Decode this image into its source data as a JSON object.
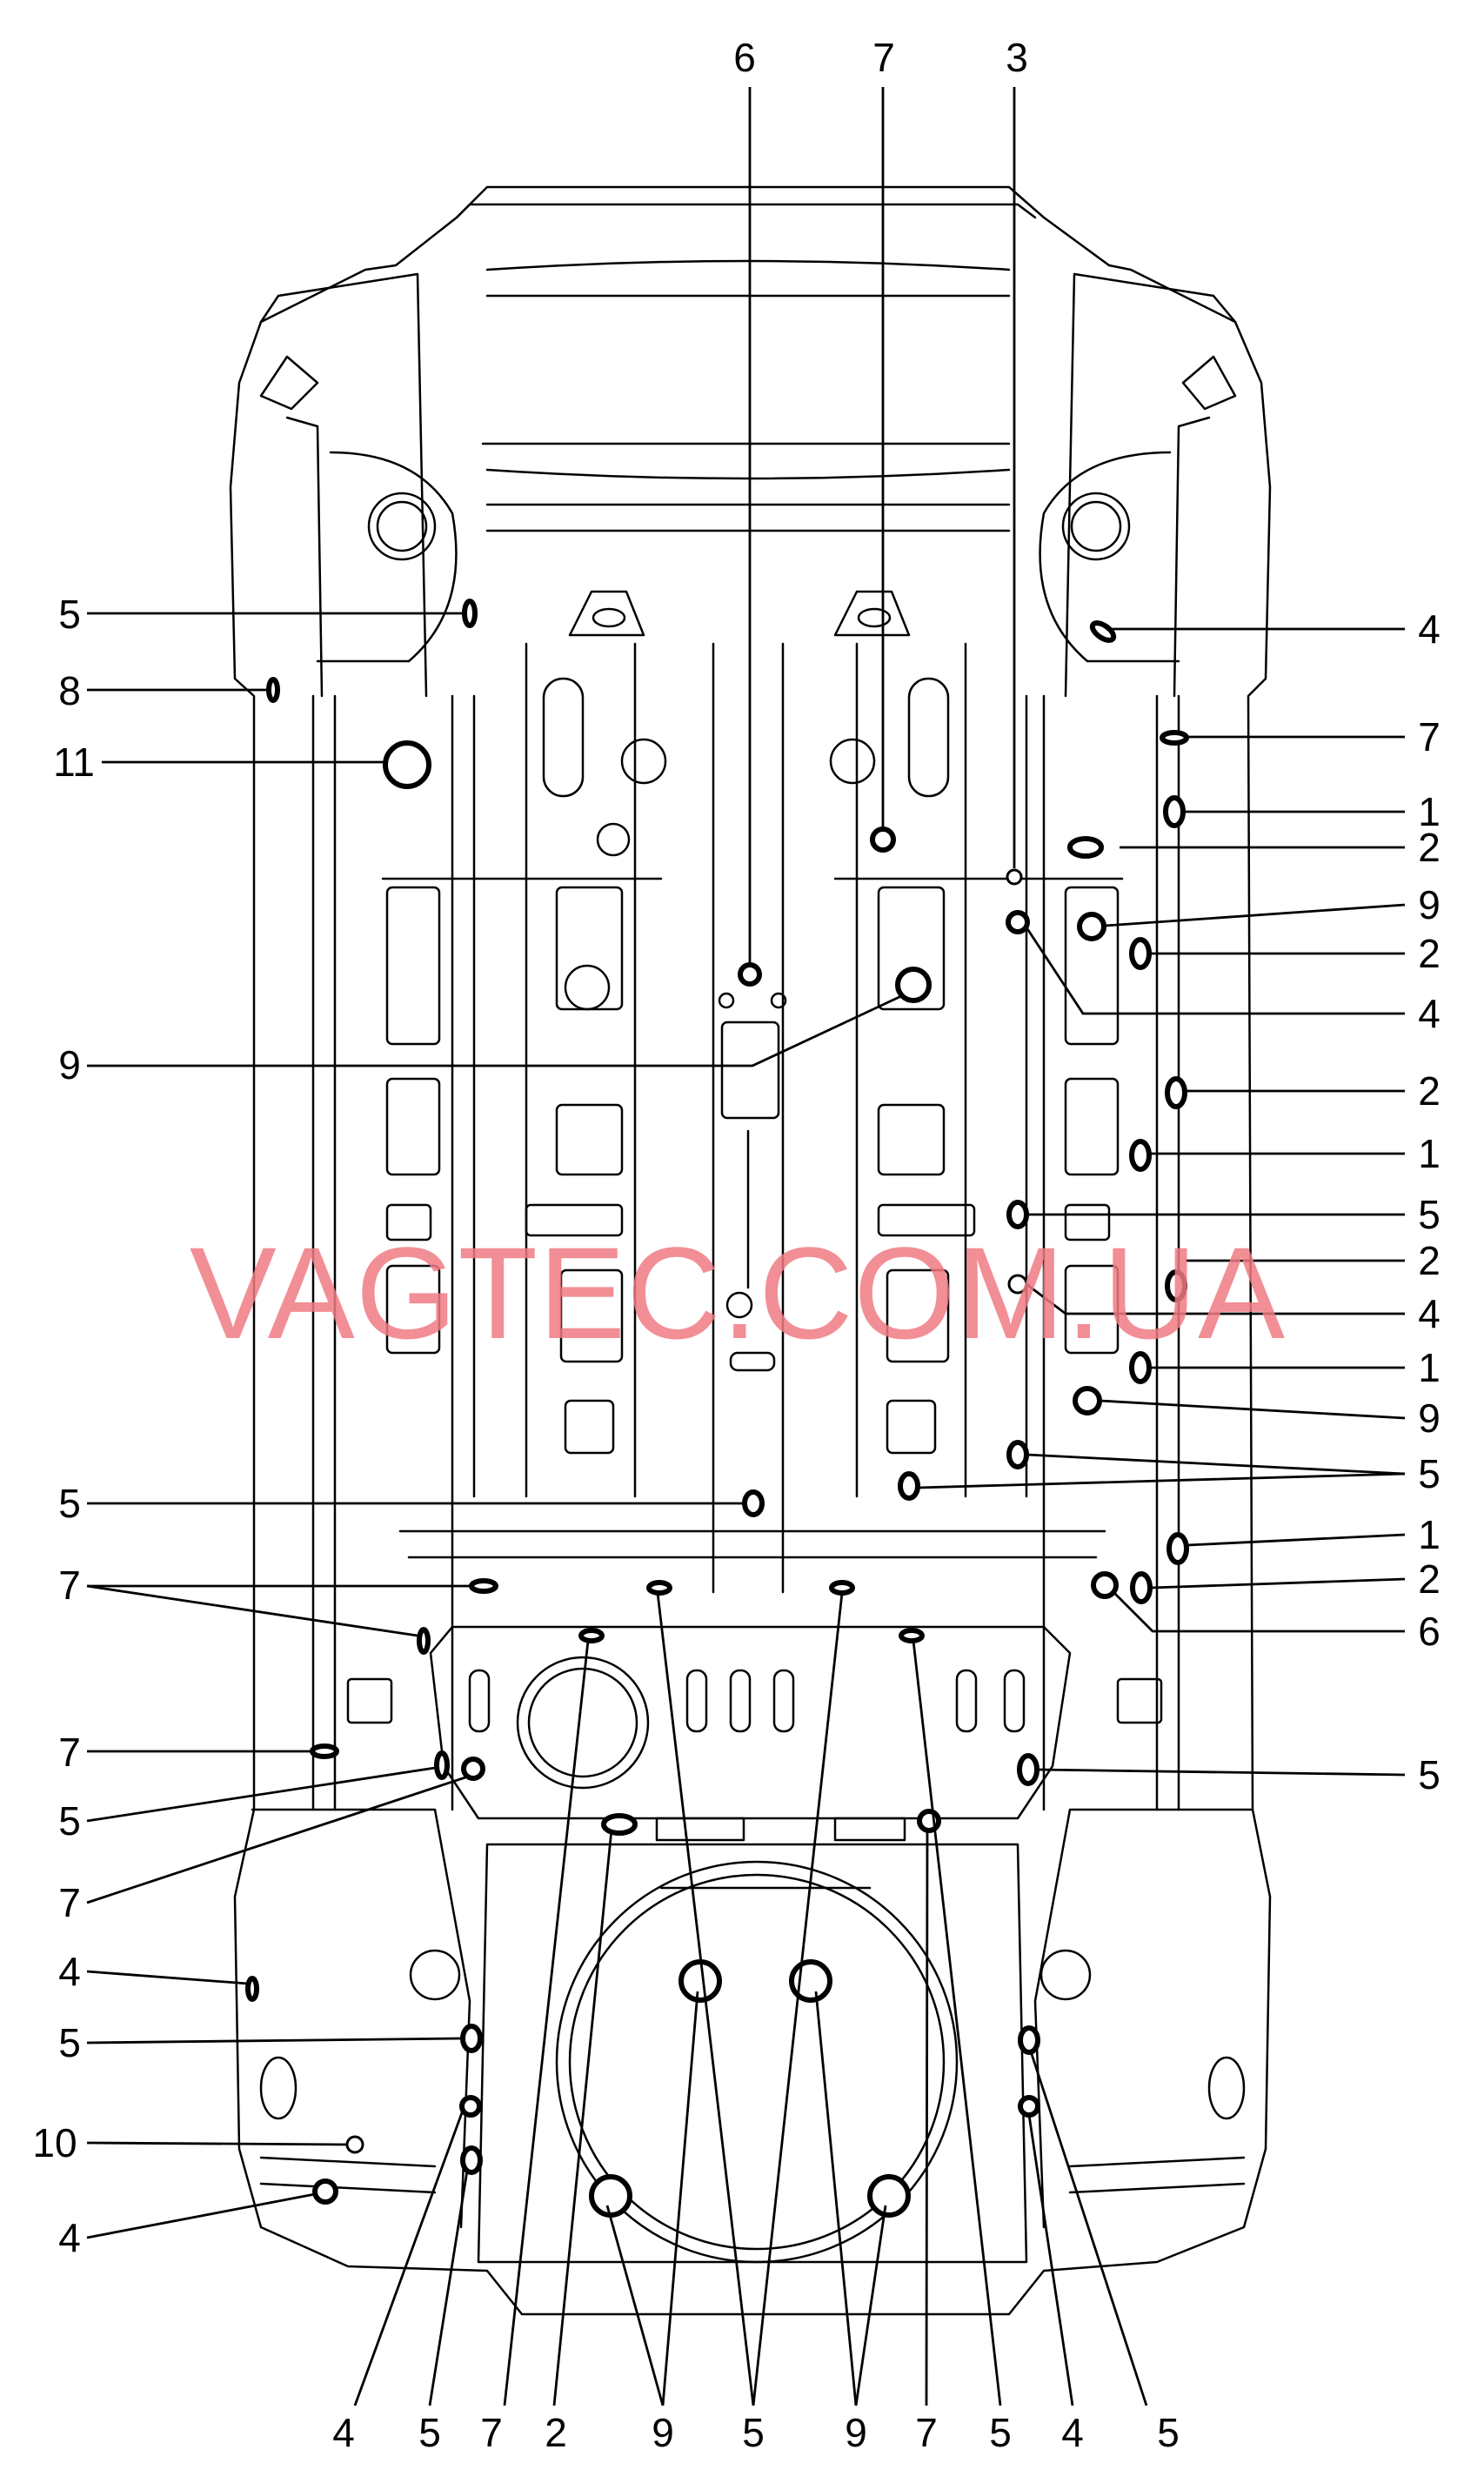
{
  "watermark": {
    "text": "VAGTEC.COM.UA",
    "color": "#f07a82"
  },
  "callouts": {
    "top": [
      "6",
      "7",
      "3"
    ],
    "left": [
      "5",
      "8",
      "11",
      "9",
      "5",
      "7",
      "7",
      "5",
      "7",
      "4",
      "5",
      "10",
      "4"
    ],
    "right": [
      "4",
      "7",
      "1",
      "2",
      "9",
      "2",
      "4",
      "2",
      "1",
      "5",
      "2",
      "4",
      "1",
      "9",
      "5",
      "1",
      "2",
      "6",
      "5"
    ],
    "bottom": [
      "4",
      "5",
      "7",
      "2",
      "9",
      "5",
      "9",
      "7",
      "5",
      "4",
      "5"
    ]
  },
  "icons": {
    "plug_round": "circle-plug-icon",
    "plug_oval": "oval-plug-icon",
    "plug_large": "large-round-plug-icon"
  }
}
